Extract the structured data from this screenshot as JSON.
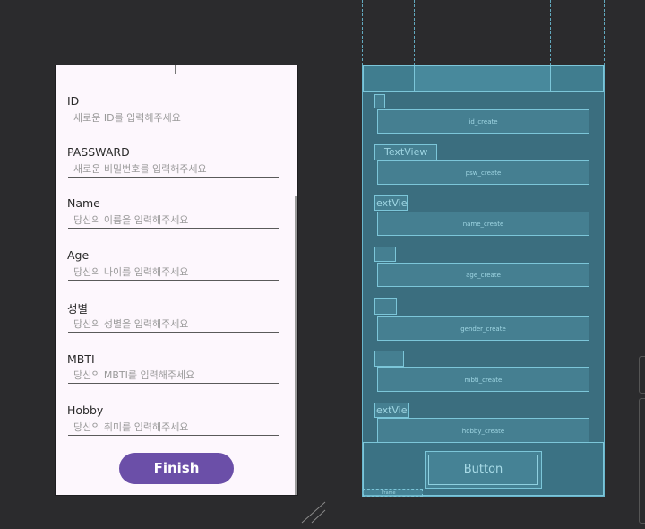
{
  "form": {
    "fields": [
      {
        "label": "ID",
        "placeholder": "새로운 ID를 입력해주세요"
      },
      {
        "label": "PASSWARD",
        "placeholder": "새로운 비밀번호를 입력해주세요"
      },
      {
        "label": "Name",
        "placeholder": "당신의 이름을 입력해주세요"
      },
      {
        "label": "Age",
        "placeholder": "당신의 나이를 입력해주세요"
      },
      {
        "label": "성별",
        "placeholder": "당신의 성별을 입력해주세요"
      },
      {
        "label": "MBTI",
        "placeholder": "당신의 MBTI를 입력해주세요"
      },
      {
        "label": "Hobby",
        "placeholder": "당신의 취미를 입력해주세요"
      }
    ],
    "finish_label": "Finish"
  },
  "blueprint": {
    "textviews": [
      "TextView",
      "extView",
      "extView"
    ],
    "edits": [
      "id_create",
      "psw_create",
      "name_create",
      "age_create",
      "gender_create",
      "mbti_create",
      "hobby_create"
    ],
    "button_label": "Button",
    "bottom_label": "Frame"
  }
}
